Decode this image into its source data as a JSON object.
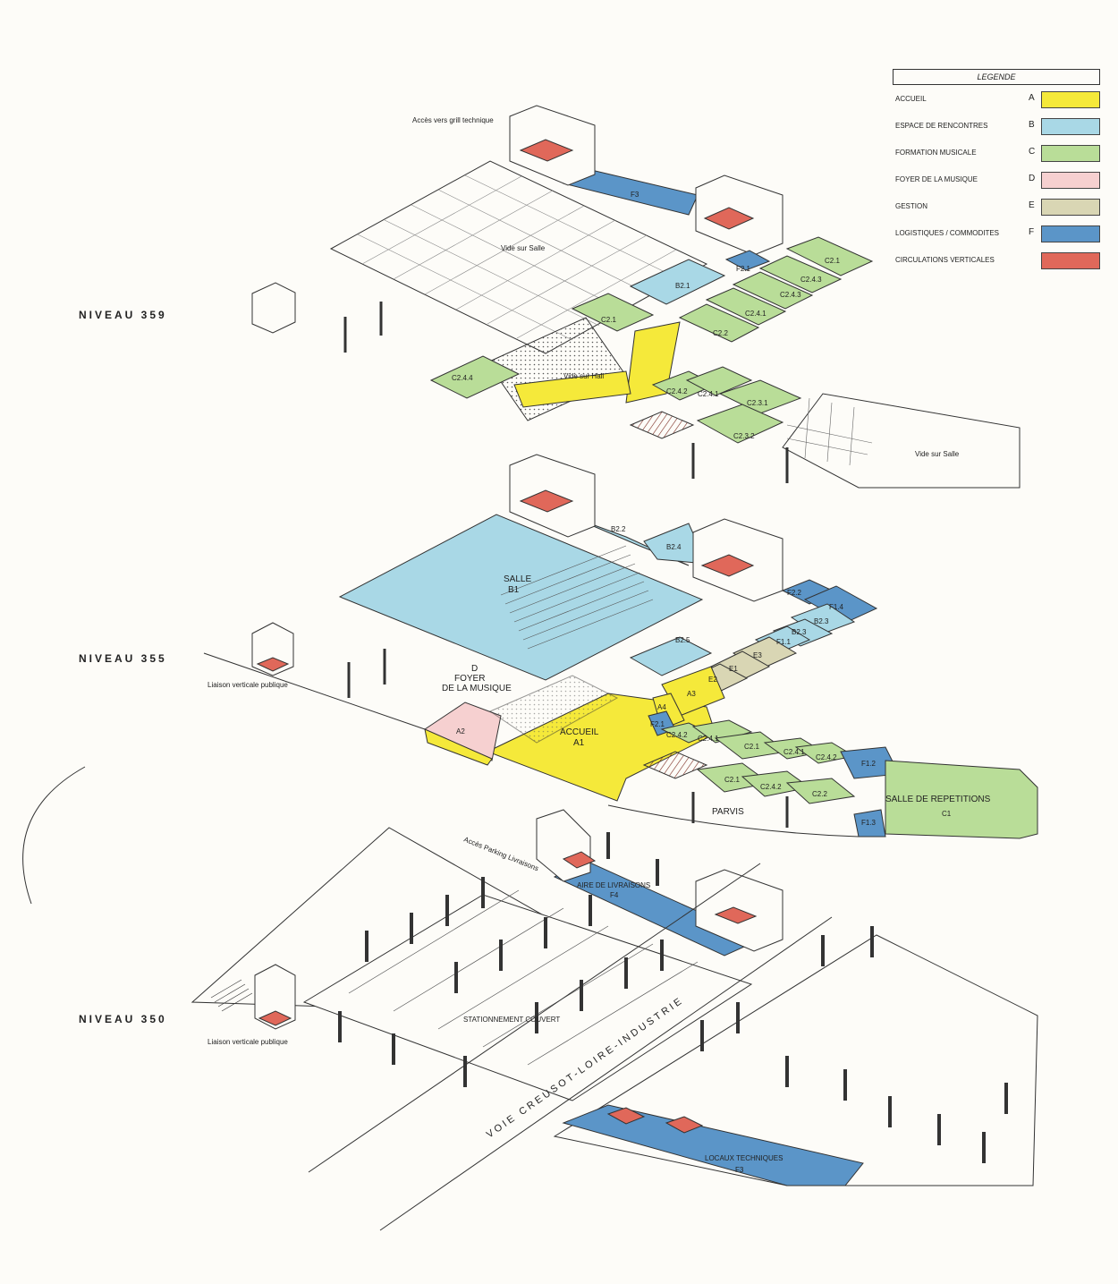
{
  "legend": {
    "title": "LEGENDE",
    "items": [
      {
        "label": "ACCUEIL",
        "code": "A",
        "color": "#f5e93a"
      },
      {
        "label": "ESPACE DE RENCONTRES",
        "code": "B",
        "color": "#a9d8e6"
      },
      {
        "label": "FORMATION MUSICALE",
        "code": "C",
        "color": "#b9dd98"
      },
      {
        "label": "FOYER DE LA MUSIQUE",
        "code": "D",
        "color": "#f6d0d0"
      },
      {
        "label": "GESTION",
        "code": "E",
        "color": "#d9d6b4"
      },
      {
        "label": "LOGISTIQUES / COMMODITES",
        "code": "F",
        "color": "#5b95c8"
      },
      {
        "label": "CIRCULATIONS VERTICALES",
        "code": "",
        "color": "#e0685a"
      }
    ]
  },
  "levels": {
    "l359": "NIVEAU 359",
    "l355": "NIVEAU 355",
    "l350": "NIVEAU 350"
  },
  "notes": {
    "grill": "Accès vers grill technique",
    "liaison355": "Liaison verticale publique",
    "liaison350": "Liaison verticale publique",
    "parking": "Accès Parking Livraisons"
  },
  "rooms": {
    "f3_top": "F3",
    "vide_salle_1": "Vide sur Salle",
    "vide_salle_2": "Vide sur Salle",
    "vide_hall": "Vide sur Hall",
    "b21": "B2.1",
    "f21_top": "F2.1",
    "c21_a": "C2.1",
    "c243": "C2.4.3",
    "c243b": "C2.4.3",
    "c241_a": "C2.4.1",
    "c21_b": "C2.1",
    "c22_a": "C2.2",
    "c244": "C2.4.4",
    "c242_a": "C2.4.2",
    "c241_b": "C2.4.1",
    "c231": "C2.3.1",
    "c232": "C2.3.2",
    "b22": "B2.2",
    "b24": "B2.4",
    "salle": "SALLE",
    "b1": "B1",
    "f22": "F2.2",
    "f14": "F1.4",
    "b23a": "B2.3",
    "b23b": "B2.3",
    "f11": "F1.1",
    "e3": "E3",
    "b25": "B2.5",
    "e1": "E1",
    "e2": "E2",
    "a3": "A3",
    "a4": "A4",
    "d": "D",
    "foyer1": "FOYER",
    "foyer2": "DE LA MUSIQUE",
    "a2": "A2",
    "accueil": "ACCUEIL",
    "a1": "A1",
    "f21_mid": "F2.1",
    "c242_b": "C2.4.2",
    "c241_c": "C2.4.1",
    "c21_c": "C2.1",
    "c241_d": "C2.4.1",
    "c242_c": "C2.4.2",
    "f12": "F1.2",
    "c21_d": "C2.1",
    "c242_d": "C2.4.2",
    "c22_b": "C2.2",
    "salle_rep": "SALLE DE REPETITIONS",
    "c1": "C1",
    "parvis": "PARVIS",
    "f13": "F1.3",
    "aire": "AIRE DE LIVRAISONS",
    "f4": "F4",
    "stationnement": "STATIONNEMENT COUVERT",
    "locaux": "LOCAUX TECHNIQUES",
    "f3_bot": "F3"
  },
  "road": "VOIE CREUSOT-LOIRE-INDUSTRIE"
}
